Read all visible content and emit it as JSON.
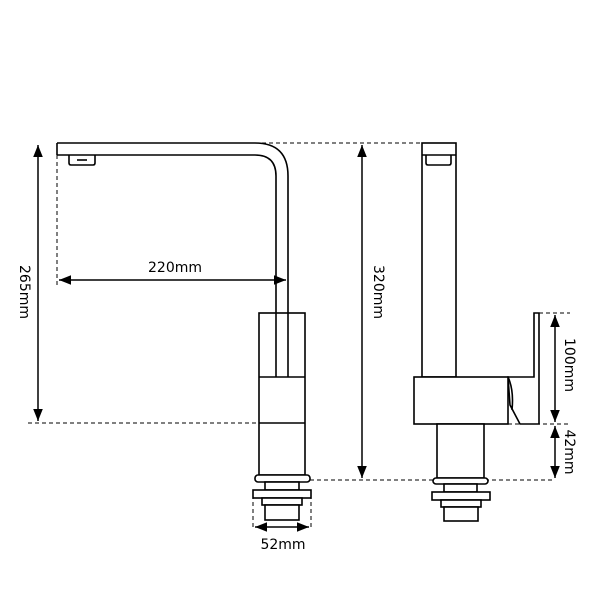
{
  "diagram": {
    "dimensions": {
      "spout_height": "265mm",
      "spout_reach": "220mm",
      "total_height": "320mm",
      "handle_height": "100mm",
      "base_height": "42mm",
      "base_diameter": "52mm"
    },
    "colors": {
      "line": "#000000",
      "background": "#ffffff"
    }
  }
}
